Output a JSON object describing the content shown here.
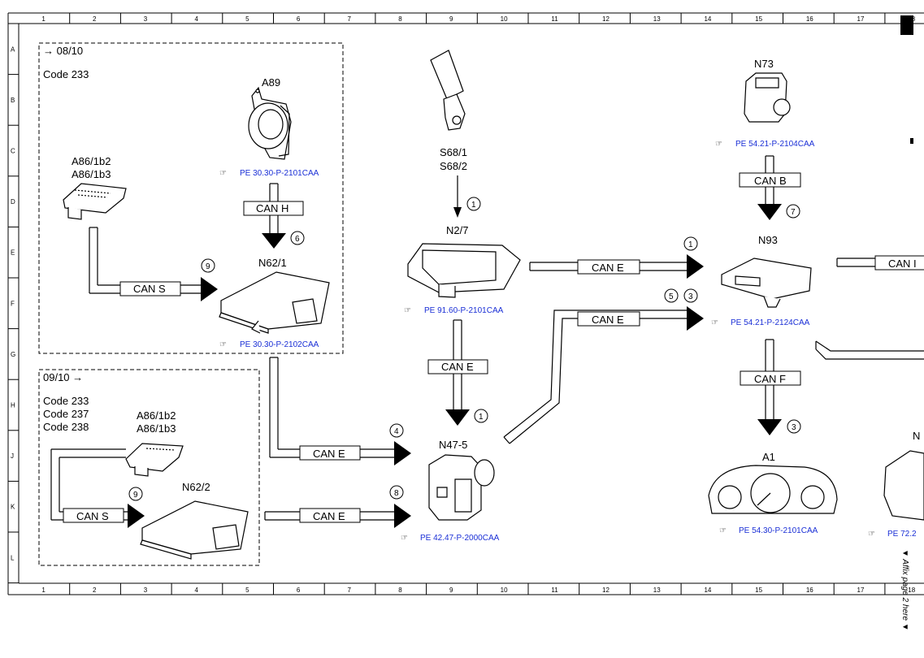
{
  "grid": {
    "columns": [
      "1",
      "2",
      "3",
      "4",
      "5",
      "6",
      "7",
      "8",
      "9",
      "10",
      "11",
      "12",
      "13",
      "14",
      "15",
      "16",
      "17",
      "18"
    ],
    "rows": [
      "A",
      "B",
      "C",
      "D",
      "E",
      "F",
      "G",
      "H",
      "J",
      "K",
      "L"
    ]
  },
  "groups": {
    "top": {
      "date": "→ 08/10",
      "codes": [
        "Code 233"
      ]
    },
    "bottom": {
      "date": "09/10 →",
      "codes": [
        "Code 233",
        "Code 237",
        "Code 238"
      ]
    }
  },
  "components": {
    "a89": {
      "label": "A89",
      "ref": "PE 30.30-P-2101CAA"
    },
    "a86_top": {
      "label1": "A86/1b2",
      "label2": "A86/1b3"
    },
    "n62_1": {
      "label": "N62/1",
      "ref": "PE 30.30-P-2102CAA"
    },
    "a86_bottom": {
      "label1": "A86/1b2",
      "label2": "A86/1b3"
    },
    "n62_2": {
      "label": "N62/2"
    },
    "s68": {
      "label1": "S68/1",
      "label2": "S68/2"
    },
    "n2_7": {
      "label": "N2/7",
      "ref": "PE 91.60-P-2101CAA"
    },
    "n47_5": {
      "label": "N47-5",
      "ref": "PE 42.47-P-2000CAA"
    },
    "n73": {
      "label": "N73",
      "ref": "PE 54.21-P-2104CAA"
    },
    "n93": {
      "label": "N93",
      "ref": "PE 54.21-P-2124CAA"
    },
    "a1": {
      "label": "A1",
      "ref": "PE 54.30-P-2101CAA"
    },
    "right_edge": {
      "label": "N",
      "ref": "PE 72.2"
    }
  },
  "buses": {
    "can_h": "CAN H",
    "can_s_top": "CAN S",
    "can_s_bottom": "CAN S",
    "can_e_n62_1": "CAN E",
    "can_e_n62_2": "CAN E",
    "can_e_n2_7_n47": "CAN E",
    "can_e_n2_7_n93": "CAN E",
    "can_e_n47_n93": "CAN E",
    "can_b": "CAN B",
    "can_f": "CAN F",
    "can_right": "CAN I"
  },
  "callouts": {
    "c_s68": "1",
    "c_can_h": "6",
    "c_can_s_top": "9",
    "c_can_e_top": "1",
    "c_can_e_n47a": "5",
    "c_can_e_n47b": "3",
    "c_can_b": "7",
    "c_can_e_vert": "1",
    "c_can_e_left": "4",
    "c_can_e_low": "8",
    "c_can_s_bottom": "9",
    "c_can_f": "3"
  },
  "margin_note": "▼ Affix page 2 here ▼"
}
